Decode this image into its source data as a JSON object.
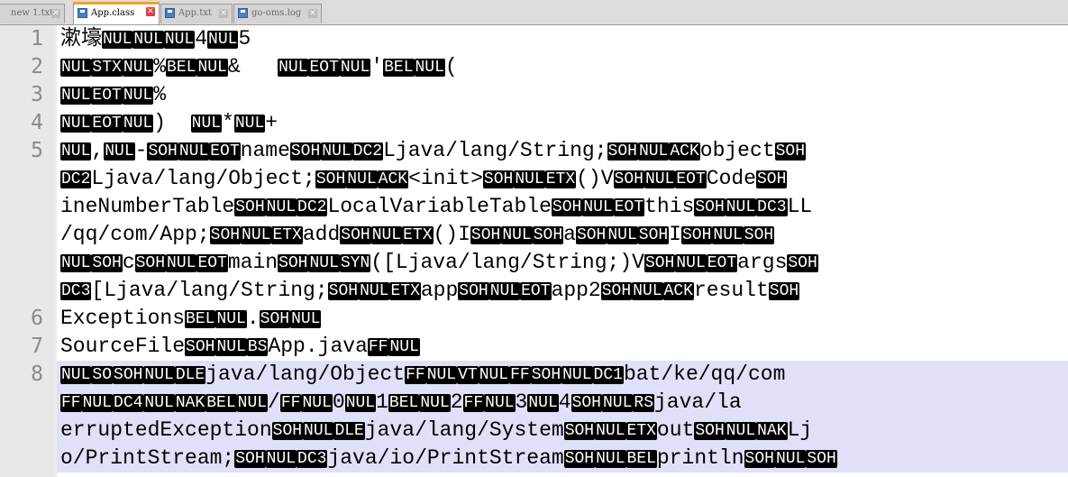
{
  "tabs": [
    {
      "label": "new 1.txt",
      "active": false
    },
    {
      "label": "App.class",
      "active": true
    },
    {
      "label": "App.txt",
      "active": false
    },
    {
      "label": "go-oms.log",
      "active": false
    }
  ],
  "line_numbers": [
    "1",
    "2",
    "3",
    "4",
    "5",
    "6",
    "7",
    "8"
  ],
  "rows": [
    [
      [
        "t",
        "漱壕"
      ],
      [
        "c",
        "NUL"
      ],
      [
        "c",
        "NUL"
      ],
      [
        "c",
        "NUL"
      ],
      [
        "t",
        "4"
      ],
      [
        "c",
        "NUL"
      ],
      [
        "t",
        "5"
      ]
    ],
    [
      [
        "c",
        "NUL"
      ],
      [
        "c",
        "STX"
      ],
      [
        "c",
        "NUL"
      ],
      [
        "t",
        "%"
      ],
      [
        "c",
        "BEL"
      ],
      [
        "c",
        "NUL"
      ],
      [
        "t",
        "&   "
      ],
      [
        "c",
        "NUL"
      ],
      [
        "c",
        "EOT"
      ],
      [
        "c",
        "NUL"
      ],
      [
        "t",
        "'"
      ],
      [
        "c",
        "BEL"
      ],
      [
        "c",
        "NUL"
      ],
      [
        "t",
        "("
      ]
    ],
    [
      [
        "c",
        "NUL"
      ],
      [
        "c",
        "EOT"
      ],
      [
        "c",
        "NUL"
      ],
      [
        "t",
        "%"
      ]
    ],
    [
      [
        "c",
        "NUL"
      ],
      [
        "c",
        "EOT"
      ],
      [
        "c",
        "NUL"
      ],
      [
        "t",
        ")  "
      ],
      [
        "c",
        "NUL"
      ],
      [
        "t",
        "*"
      ],
      [
        "c",
        "NUL"
      ],
      [
        "t",
        "+"
      ]
    ],
    [
      [
        "c",
        "NUL"
      ],
      [
        "t",
        ","
      ],
      [
        "c",
        "NUL"
      ],
      [
        "t",
        "-"
      ],
      [
        "c",
        "SOH"
      ],
      [
        "c",
        "NUL"
      ],
      [
        "c",
        "EOT"
      ],
      [
        "t",
        "name"
      ],
      [
        "c",
        "SOH"
      ],
      [
        "c",
        "NUL"
      ],
      [
        "c",
        "DC2"
      ],
      [
        "t",
        "Ljava/lang/String;"
      ],
      [
        "c",
        "SOH"
      ],
      [
        "c",
        "NUL"
      ],
      [
        "c",
        "ACK"
      ],
      [
        "t",
        "object"
      ],
      [
        "c",
        "SOH"
      ]
    ],
    [
      [
        "c",
        "DC2"
      ],
      [
        "t",
        "Ljava/lang/Object;"
      ],
      [
        "c",
        "SOH"
      ],
      [
        "c",
        "NUL"
      ],
      [
        "c",
        "ACK"
      ],
      [
        "t",
        "<init>"
      ],
      [
        "c",
        "SOH"
      ],
      [
        "c",
        "NUL"
      ],
      [
        "c",
        "ETX"
      ],
      [
        "t",
        "()V"
      ],
      [
        "c",
        "SOH"
      ],
      [
        "c",
        "NUL"
      ],
      [
        "c",
        "EOT"
      ],
      [
        "t",
        "Code"
      ],
      [
        "c",
        "SOH"
      ]
    ],
    [
      [
        "t",
        "ineNumberTable"
      ],
      [
        "c",
        "SOH"
      ],
      [
        "c",
        "NUL"
      ],
      [
        "c",
        "DC2"
      ],
      [
        "t",
        "LocalVariableTable"
      ],
      [
        "c",
        "SOH"
      ],
      [
        "c",
        "NUL"
      ],
      [
        "c",
        "EOT"
      ],
      [
        "t",
        "this"
      ],
      [
        "c",
        "SOH"
      ],
      [
        "c",
        "NUL"
      ],
      [
        "c",
        "DC3"
      ],
      [
        "t",
        "LL"
      ]
    ],
    [
      [
        "t",
        "/qq/com/App;"
      ],
      [
        "c",
        "SOH"
      ],
      [
        "c",
        "NUL"
      ],
      [
        "c",
        "ETX"
      ],
      [
        "t",
        "add"
      ],
      [
        "c",
        "SOH"
      ],
      [
        "c",
        "NUL"
      ],
      [
        "c",
        "ETX"
      ],
      [
        "t",
        "()I"
      ],
      [
        "c",
        "SOH"
      ],
      [
        "c",
        "NUL"
      ],
      [
        "c",
        "SOH"
      ],
      [
        "t",
        "a"
      ],
      [
        "c",
        "SOH"
      ],
      [
        "c",
        "NUL"
      ],
      [
        "c",
        "SOH"
      ],
      [
        "t",
        "I"
      ],
      [
        "c",
        "SOH"
      ],
      [
        "c",
        "NUL"
      ],
      [
        "c",
        "SOH"
      ]
    ],
    [
      [
        "c",
        "NUL"
      ],
      [
        "c",
        "SOH"
      ],
      [
        "t",
        "c"
      ],
      [
        "c",
        "SOH"
      ],
      [
        "c",
        "NUL"
      ],
      [
        "c",
        "EOT"
      ],
      [
        "t",
        "main"
      ],
      [
        "c",
        "SOH"
      ],
      [
        "c",
        "NUL"
      ],
      [
        "c",
        "SYN"
      ],
      [
        "t",
        "([Ljava/lang/String;)V"
      ],
      [
        "c",
        "SOH"
      ],
      [
        "c",
        "NUL"
      ],
      [
        "c",
        "EOT"
      ],
      [
        "t",
        "args"
      ],
      [
        "c",
        "SOH"
      ]
    ],
    [
      [
        "c",
        "DC3"
      ],
      [
        "t",
        "[Ljava/lang/String;"
      ],
      [
        "c",
        "SOH"
      ],
      [
        "c",
        "NUL"
      ],
      [
        "c",
        "ETX"
      ],
      [
        "t",
        "app"
      ],
      [
        "c",
        "SOH"
      ],
      [
        "c",
        "NUL"
      ],
      [
        "c",
        "EOT"
      ],
      [
        "t",
        "app2"
      ],
      [
        "c",
        "SOH"
      ],
      [
        "c",
        "NUL"
      ],
      [
        "c",
        "ACK"
      ],
      [
        "t",
        "result"
      ],
      [
        "c",
        "SOH"
      ]
    ],
    [
      [
        "t",
        "Exceptions"
      ],
      [
        "c",
        "BEL"
      ],
      [
        "c",
        "NUL"
      ],
      [
        "t",
        "."
      ],
      [
        "c",
        "SOH"
      ],
      [
        "c",
        "NUL"
      ]
    ],
    [
      [
        "t",
        "SourceFile"
      ],
      [
        "c",
        "SOH"
      ],
      [
        "c",
        "NUL"
      ],
      [
        "c",
        "BS"
      ],
      [
        "t",
        "App.java"
      ],
      [
        "c",
        "FF"
      ],
      [
        "c",
        "NUL"
      ]
    ],
    [
      [
        "c",
        "NUL"
      ],
      [
        "c",
        "SO"
      ],
      [
        "c",
        "SOH"
      ],
      [
        "c",
        "NUL"
      ],
      [
        "c",
        "DLE"
      ],
      [
        "t",
        "java/lang/Object"
      ],
      [
        "c",
        "FF"
      ],
      [
        "c",
        "NUL"
      ],
      [
        "c",
        "VT"
      ],
      [
        "c",
        "NUL"
      ],
      [
        "c",
        "FF"
      ],
      [
        "c",
        "SOH"
      ],
      [
        "c",
        "NUL"
      ],
      [
        "c",
        "DC1"
      ],
      [
        "t",
        "bat/ke/qq/com"
      ]
    ],
    [
      [
        "c",
        "FF"
      ],
      [
        "c",
        "NUL"
      ],
      [
        "c",
        "DC4"
      ],
      [
        "c",
        "NUL"
      ],
      [
        "c",
        "NAK"
      ],
      [
        "c",
        "BEL"
      ],
      [
        "c",
        "NUL"
      ],
      [
        "t",
        "/"
      ],
      [
        "c",
        "FF"
      ],
      [
        "c",
        "NUL"
      ],
      [
        "t",
        "0"
      ],
      [
        "c",
        "NUL"
      ],
      [
        "t",
        "1"
      ],
      [
        "c",
        "BEL"
      ],
      [
        "c",
        "NUL"
      ],
      [
        "t",
        "2"
      ],
      [
        "c",
        "FF"
      ],
      [
        "c",
        "NUL"
      ],
      [
        "t",
        "3"
      ],
      [
        "c",
        "NUL"
      ],
      [
        "t",
        "4"
      ],
      [
        "c",
        "SOH"
      ],
      [
        "c",
        "NUL"
      ],
      [
        "c",
        "RS"
      ],
      [
        "t",
        "java/la"
      ]
    ],
    [
      [
        "t",
        "erruptedException"
      ],
      [
        "c",
        "SOH"
      ],
      [
        "c",
        "NUL"
      ],
      [
        "c",
        "DLE"
      ],
      [
        "t",
        "java/lang/System"
      ],
      [
        "c",
        "SOH"
      ],
      [
        "c",
        "NUL"
      ],
      [
        "c",
        "ETX"
      ],
      [
        "t",
        "out"
      ],
      [
        "c",
        "SOH"
      ],
      [
        "c",
        "NUL"
      ],
      [
        "c",
        "NAK"
      ],
      [
        "t",
        "Lj"
      ]
    ],
    [
      [
        "t",
        "o/PrintStream;"
      ],
      [
        "c",
        "SOH"
      ],
      [
        "c",
        "NUL"
      ],
      [
        "c",
        "DC3"
      ],
      [
        "t",
        "java/io/PrintStream"
      ],
      [
        "c",
        "SOH"
      ],
      [
        "c",
        "NUL"
      ],
      [
        "c",
        "BEL"
      ],
      [
        "t",
        "println"
      ],
      [
        "c",
        "SOH"
      ],
      [
        "c",
        "NUL"
      ],
      [
        "c",
        "SOH"
      ]
    ]
  ]
}
